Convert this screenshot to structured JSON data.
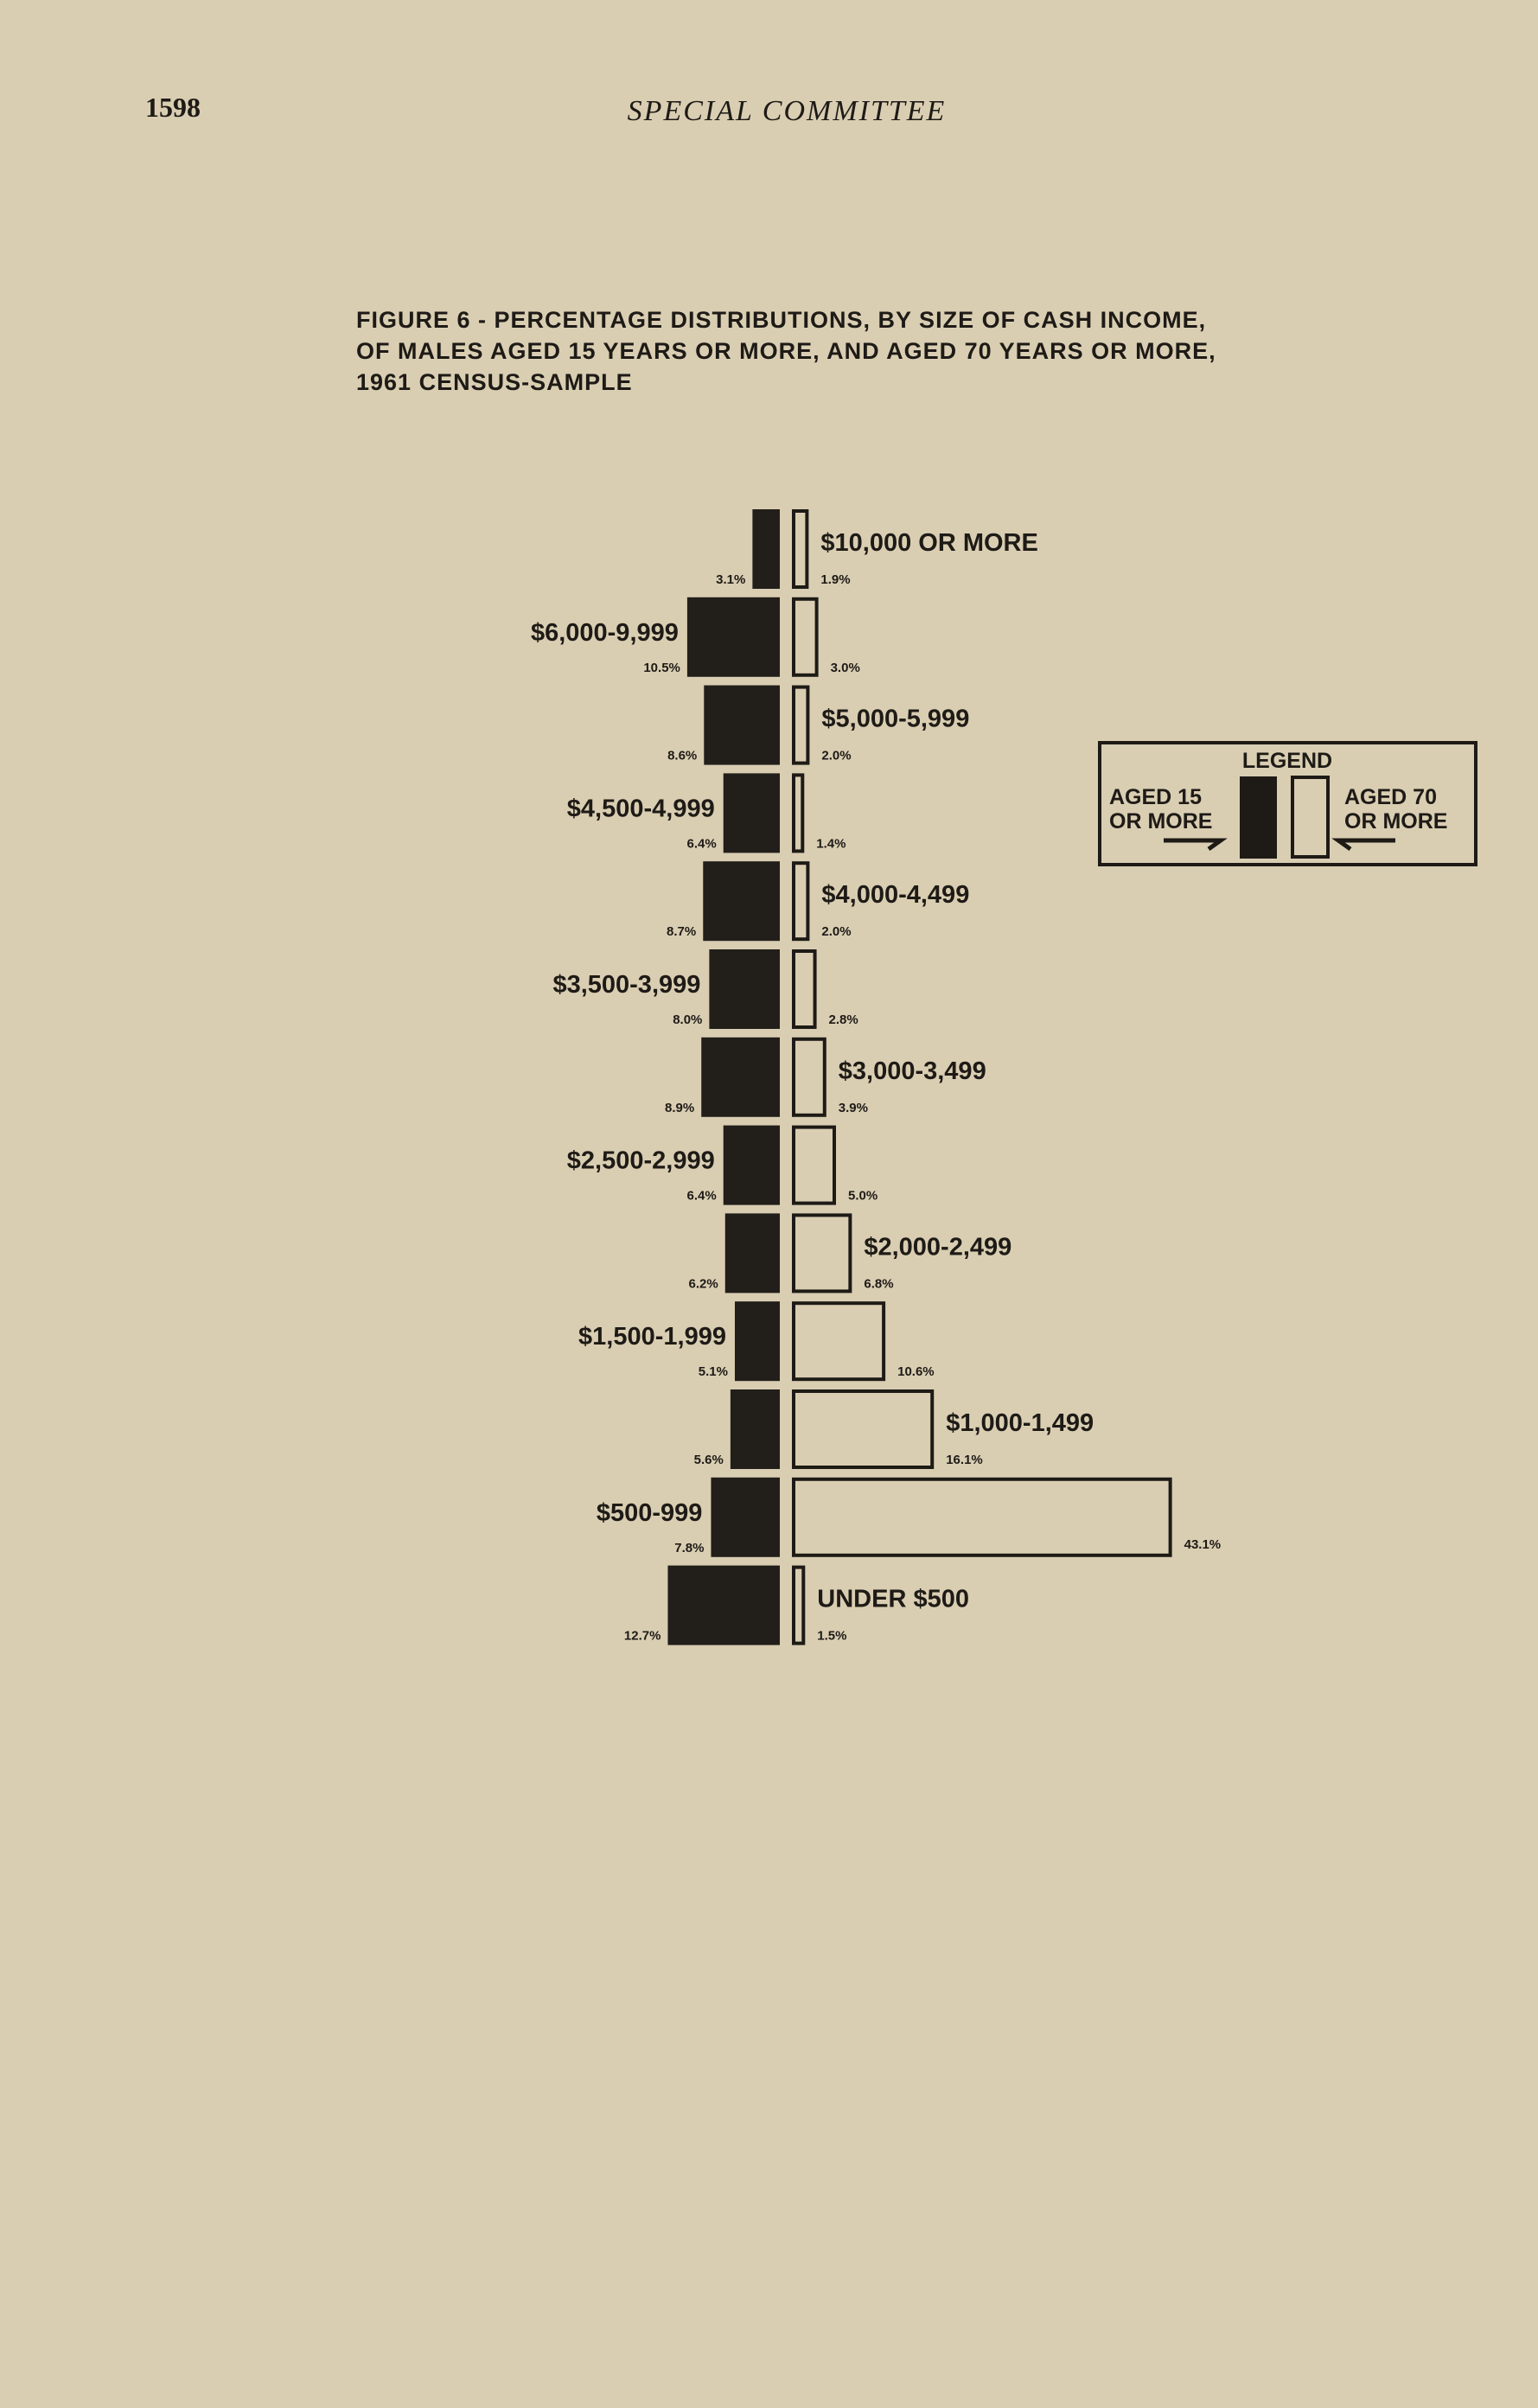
{
  "page": {
    "number": "1598",
    "header": "SPECIAL COMMITTEE"
  },
  "chart_data": {
    "type": "bar",
    "orientation": "horizontal-back-to-back",
    "title_lines": [
      "FIGURE 6 - PERCENTAGE DISTRIBUTIONS, BY SIZE OF CASH INCOME,",
      "OF MALES AGED 15 YEARS OR MORE, AND AGED 70 YEARS OR MORE,",
      "1961 CENSUS-SAMPLE"
    ],
    "categories": [
      "$10,000 OR MORE",
      "$6,000-9,999",
      "$5,000-5,999",
      "$4,500-4,999",
      "$4,000-4,499",
      "$3,500-3,999",
      "$3,000-3,499",
      "$2,500-2,999",
      "$2,000-2,499",
      "$1,500-1,999",
      "$1,000-1,499",
      "$500-999",
      "UNDER $500"
    ],
    "series": [
      {
        "name": "AGED 15 OR MORE",
        "fill": "#1e1a16",
        "values": [
          3.1,
          10.5,
          8.6,
          6.4,
          8.7,
          8.0,
          8.9,
          6.4,
          6.2,
          5.1,
          5.6,
          7.8,
          12.7
        ],
        "labels": [
          "3.1%",
          "10.5%",
          "8.6%",
          "6.4%",
          "8.7%",
          "8.0%",
          "8.9%",
          "6.4%",
          "6.2%",
          "5.1%",
          "5.6%",
          "7.8%",
          "12.7%"
        ]
      },
      {
        "name": "AGED 70 OR MORE",
        "fill": "none",
        "values": [
          1.9,
          3.0,
          2.0,
          1.4,
          2.0,
          2.8,
          3.9,
          5.0,
          6.8,
          10.6,
          16.1,
          43.1,
          1.5
        ],
        "labels": [
          "1.9%",
          "3.0%",
          "2.0%",
          "1.4%",
          "2.0%",
          "2.8%",
          "3.9%",
          "5.0%",
          "6.8%",
          "10.6%",
          "16.1%",
          "43.1%",
          "1.5%"
        ]
      }
    ],
    "legend": {
      "title": "LEGEND",
      "left_line1": "AGED 15",
      "left_line2": "OR MORE",
      "right_line1": "AGED 70",
      "right_line2": "OR MORE",
      "placement": "right"
    }
  }
}
